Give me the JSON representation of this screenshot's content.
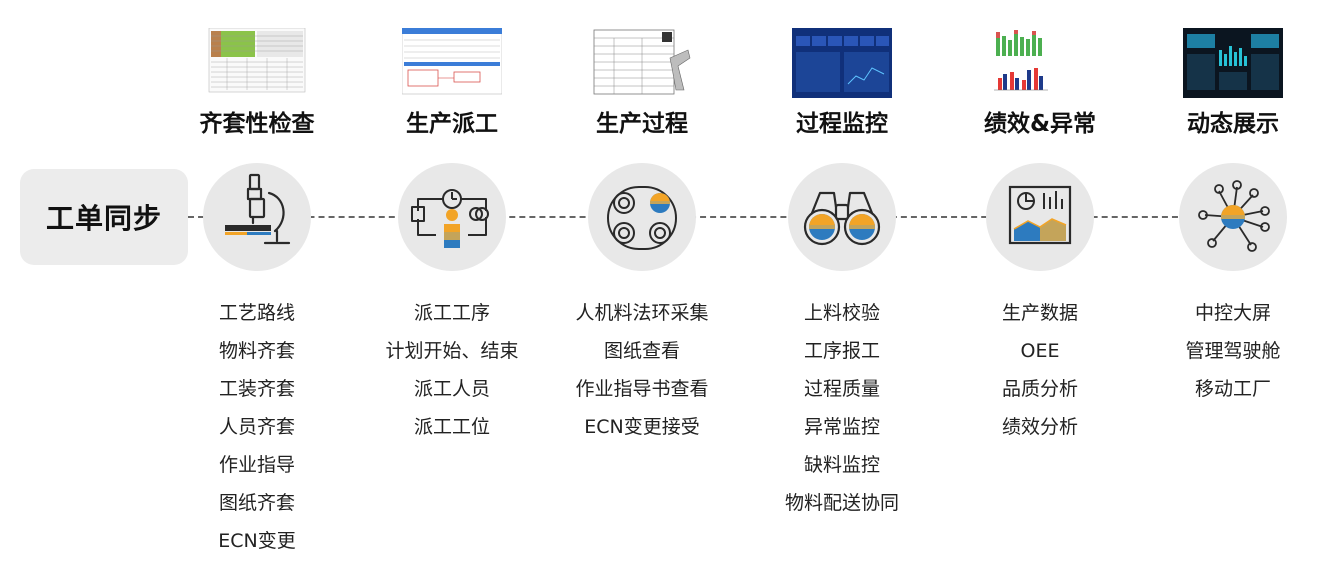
{
  "start_label": "工单同步",
  "columns": [
    {
      "title": "齐套性检查",
      "icon": "microscope-icon",
      "thumb": "spreadsheet",
      "items": [
        "工艺路线",
        "物料齐套",
        "工装齐套",
        "人员齐套",
        "作业指导",
        "图纸齐套",
        "ECN变更"
      ]
    },
    {
      "title": "生产派工",
      "icon": "dispatch-flow-icon",
      "thumb": "dispatch-form",
      "items": [
        "派工工序",
        "计划开始、结束",
        "派工人员",
        "派工工位"
      ]
    },
    {
      "title": "生产过程",
      "icon": "conveyor-icon",
      "thumb": "paper-form-scanner",
      "items": [
        "人机料法环采集",
        "图纸查看",
        "作业指导书查看",
        "ECN变更接受"
      ]
    },
    {
      "title": "过程监控",
      "icon": "binoculars-icon",
      "thumb": "blue-dashboard",
      "items": [
        "上料校验",
        "工序报工",
        "过程质量",
        "异常监控",
        "缺料监控",
        "物料配送协同"
      ]
    },
    {
      "title": "绩效&异常",
      "icon": "analytics-chart-icon",
      "thumb": "bar-charts",
      "items": [
        "生产数据",
        "OEE",
        "品质分析",
        "绩效分析"
      ]
    },
    {
      "title": "动态展示",
      "icon": "network-nodes-icon",
      "thumb": "dark-dashboard",
      "items": [
        "中控大屏",
        "管理驾驶舱",
        "移动工厂"
      ]
    }
  ],
  "colors": {
    "orange": "#f2a427",
    "blue": "#2d7bbf",
    "olive": "#c4a45a",
    "icon_line": "#2a2a2a",
    "circle_bg": "#e8e8e8",
    "box_bg": "#ececec"
  }
}
